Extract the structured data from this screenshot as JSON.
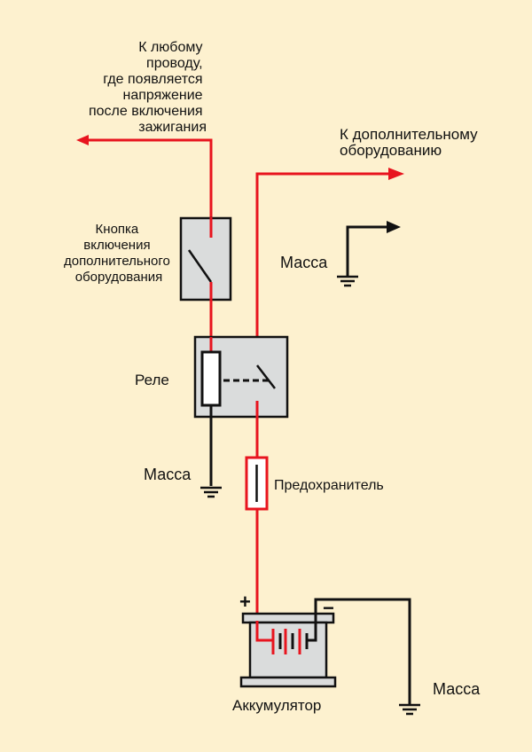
{
  "colors": {
    "background": "#fdf1cf",
    "wire_positive": "#e8141e",
    "wire_ground": "#111111",
    "component_fill": "#dadcdc"
  },
  "labels": {
    "ignition_wire": [
      "К любому",
      "проводу,",
      "где появляется",
      "напряжение",
      "после включения",
      "зажигания"
    ],
    "accessories": [
      "К дополнительному",
      "оборудованию"
    ],
    "button": [
      "Кнопка",
      "включения",
      "дополнительного",
      "оборудования"
    ],
    "relay": "Реле",
    "fuse": "Предохранитель",
    "battery": "Аккумулятор",
    "battery_plus": "+",
    "battery_minus": "−",
    "ground_accessory": "Масса",
    "ground_relay": "Масса",
    "ground_battery": "Масса"
  },
  "icons": {
    "ground": "ground-symbol-icon",
    "arrow": "arrow-head-icon",
    "switch": "switch-contact-icon"
  }
}
